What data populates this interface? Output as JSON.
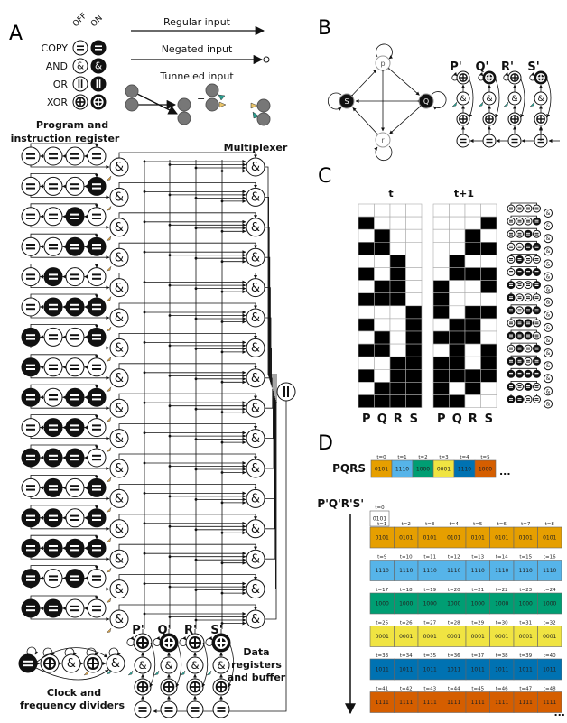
{
  "panels": {
    "a": "A",
    "b": "B",
    "c": "C",
    "d": "D"
  },
  "legend": {
    "off": "OFF",
    "on": "ON",
    "gates": [
      {
        "name": "COPY",
        "symbol": "="
      },
      {
        "name": "AND",
        "symbol": "&"
      },
      {
        "name": "OR",
        "symbol": "||"
      },
      {
        "name": "XOR",
        "symbol": "⊕"
      }
    ],
    "regular_input": "Regular input",
    "negated_input": "Negated input",
    "tunneled_input": "Tunneled input",
    "equals": "="
  },
  "panel_a": {
    "program_title_1": "Program and",
    "program_title_2": "instruction register",
    "multiplexer": "Multiplexer",
    "clock_1": "Clock and",
    "clock_2": "frequency dividers",
    "data_1": "Data",
    "data_2": "registers",
    "data_3": "and buffer",
    "registers": [
      "P'",
      "Q'",
      "R'",
      "S'"
    ],
    "register_states": [
      0,
      1,
      0,
      1
    ],
    "program": [
      "0000",
      "0001",
      "0010",
      "0011",
      "0100",
      "0111",
      "1001",
      "1000",
      "1011",
      "0110",
      "1110",
      "0101",
      "1101",
      "1111",
      "1010",
      "1100"
    ]
  },
  "panel_b": {
    "nodes": [
      {
        "label": "p",
        "on": false
      },
      {
        "label": "Q",
        "on": true
      },
      {
        "label": "r",
        "on": false
      },
      {
        "label": "S",
        "on": true
      }
    ],
    "registers": [
      "P'",
      "Q'",
      "R'",
      "S'"
    ],
    "register_states": [
      0,
      1,
      0,
      1
    ]
  },
  "panel_c": {
    "t_label": "t",
    "t1_label": "t+1",
    "columns": [
      "P",
      "Q",
      "R",
      "S"
    ],
    "t_rows": [
      "0000",
      "1000",
      "0100",
      "1100",
      "0010",
      "1010",
      "0110",
      "1110",
      "0001",
      "1001",
      "0101",
      "1101",
      "0011",
      "1011",
      "0111",
      "1111"
    ],
    "t1_rows": [
      "0000",
      "0001",
      "0010",
      "0011",
      "0100",
      "0111",
      "1001",
      "1000",
      "1011",
      "0110",
      "1110",
      "0101",
      "1101",
      "1111",
      "1010",
      "1100"
    ]
  },
  "panel_d": {
    "pqrs_label": "PQRS",
    "primed_label": "P'Q'R'S'",
    "ellipsis": "...",
    "pqrs_sequence": [
      {
        "t": "t=0",
        "v": "0101",
        "color": "#E69F00"
      },
      {
        "t": "t=1",
        "v": "1110",
        "color": "#56B4E9"
      },
      {
        "t": "t=2",
        "v": "1000",
        "color": "#009E73"
      },
      {
        "t": "t=3",
        "v": "0001",
        "color": "#F0E442"
      },
      {
        "t": "t=4",
        "v": "1110",
        "color": "#0072B2"
      },
      {
        "t": "t=5",
        "v": "1000",
        "color": "#D55E00"
      }
    ],
    "primed_initial": {
      "t": "t=0",
      "v": "0101"
    },
    "primed_rows": [
      {
        "start": 1,
        "v": "0101",
        "color": "#E69F00"
      },
      {
        "start": 9,
        "v": "1110",
        "color": "#56B4E9"
      },
      {
        "start": 17,
        "v": "1000",
        "color": "#009E73"
      },
      {
        "start": 25,
        "v": "0001",
        "color": "#F0E442"
      },
      {
        "start": 33,
        "v": "1011",
        "color": "#0072B2"
      },
      {
        "start": 41,
        "v": "1111",
        "color": "#D55E00"
      }
    ]
  }
}
